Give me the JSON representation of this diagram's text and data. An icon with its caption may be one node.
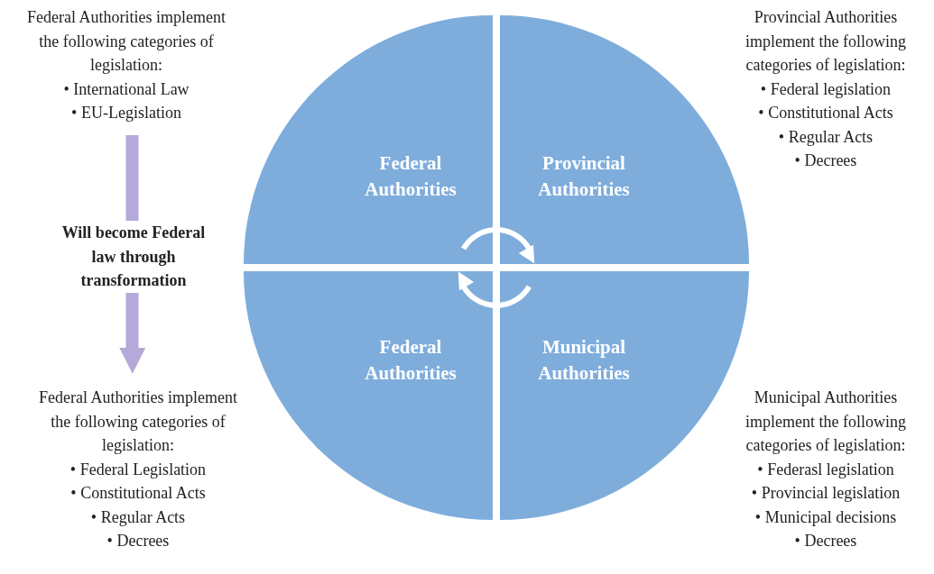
{
  "diagram": {
    "nodes": [
      {
        "text": [
          "Federal Authorities implement the following categories of legislation:",
          "• International Law",
          "• EU-Legislation"
        ]
      },
      {
        "text": [
          "Federal Authorities implement the following categories of legislation:",
          "• Federal Legislation",
          "• Constitutional Acts",
          "• Regular Acts",
          "• Decrees"
        ]
      },
      {
        "text": [
          "Provincial Authorities implement the following categories of legislation:",
          "• Federal legislation",
          "• Constitutional Acts",
          "• Regular Acts",
          "• Decrees"
        ]
      },
      {
        "text": [
          "Municipal Authorities implement the following categories of legislation:",
          "• Federasl legislation",
          "• Provincial legislation",
          "• Municipal decisions",
          "• Decrees"
        ]
      },
      {
        "text": [
          "Federal Authorities"
        ]
      },
      {
        "text": [
          "Provincial Authorities"
        ]
      },
      {
        "text": [
          "Federal Authorities"
        ]
      },
      {
        "text": [
          "Municipal Authorities"
        ]
      }
    ],
    "edges": [
      {
        "from": 0,
        "to": 1,
        "arrow": "to",
        "label": "Will become Federal law through transformation",
        "style": "thick",
        "color": "#b4a9d8"
      },
      {
        "from": 4,
        "to": 5,
        "arrow": "to",
        "color": "#ffffff"
      },
      {
        "from": 7,
        "to": 6,
        "arrow": "to",
        "color": "#ffffff"
      }
    ]
  }
}
